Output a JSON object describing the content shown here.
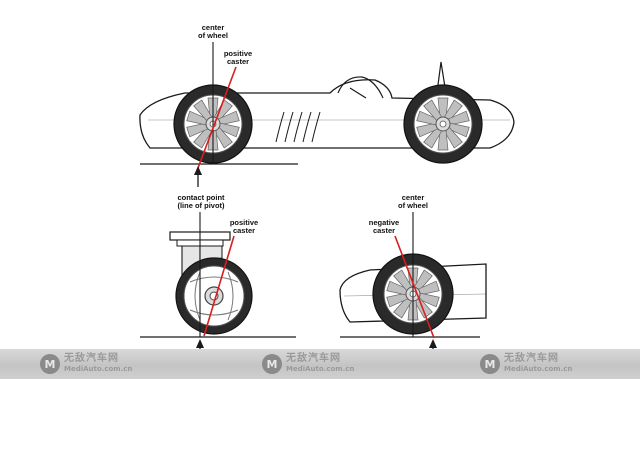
{
  "labels": {
    "center_top": [
      "center",
      "of wheel"
    ],
    "positive_top": [
      "positive",
      "caster"
    ],
    "contact": [
      "contact point",
      "(line of pivot)"
    ],
    "positive_bottom": [
      "positive",
      "caster"
    ],
    "center_bottom": [
      "center",
      "of wheel"
    ],
    "negative": [
      "negative",
      "caster"
    ]
  },
  "watermark": {
    "logo": "M",
    "name": "无敌汽车网",
    "url": "MediAuto.com.cn"
  },
  "colors": {
    "line": "#1a1a1a",
    "caster_line": "#d81e1e",
    "body": "#ffffff",
    "tire": "#2a2a2a",
    "rim": "#c9c9c9",
    "watermark_band": "#cccccc"
  }
}
